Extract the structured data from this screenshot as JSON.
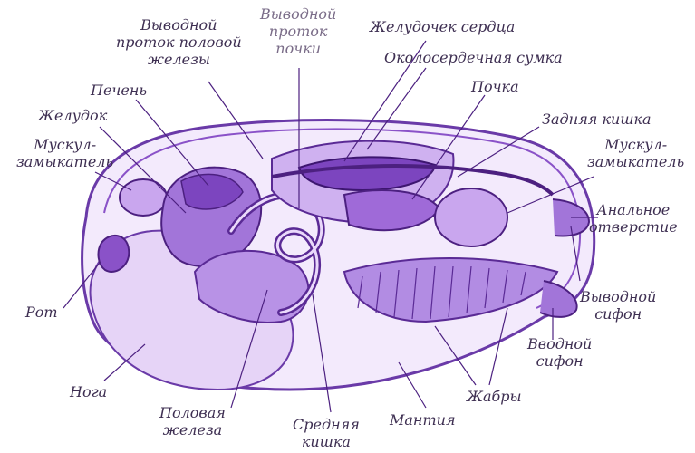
{
  "colors": {
    "ink": "#3e2f52",
    "violet": "#8a52c8",
    "violet_dark": "#5a2a95",
    "violet_light": "#c9a6ee",
    "violet_pale": "#efe3fb"
  },
  "labels": {
    "gonad_duct": [
      "Выводной",
      "проток половой",
      "железы"
    ],
    "kidney_duct": [
      "Выводной",
      "проток",
      "почки"
    ],
    "heart_ventricle": "Желудочек сердца",
    "pericardium": "Околосердечная сумка",
    "liver": "Печень",
    "kidney": "Почка",
    "stomach": "Желудок",
    "hindgut": "Задняя кишка",
    "adductor_front": [
      "Мускул-",
      "замыкатель"
    ],
    "adductor_back": [
      "Мускул-",
      "замыкатель"
    ],
    "anus": [
      "Анальное",
      "отверстие"
    ],
    "exhalant_siphon": [
      "Выводной",
      "сифон"
    ],
    "mouth": "Рот",
    "inhalant_siphon": [
      "Вводной",
      "сифон"
    ],
    "foot": "Нога",
    "gonad": [
      "Половая",
      "железа"
    ],
    "midgut": [
      "Средняя",
      "кишка"
    ],
    "mantle": "Мантия",
    "gills": "Жабры"
  }
}
